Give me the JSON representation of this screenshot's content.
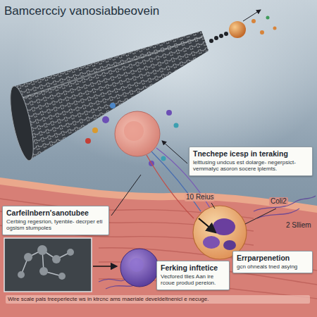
{
  "diagram": {
    "title": "Bamcercciy vanosiabbeovein",
    "caption": "Wire scale pals treeperlecte ws in ktrcnc ams maeriale develdeltnenicl e necuge.",
    "nodes": [
      {
        "text": [
          "Tnechepe icesp in teraking",
          "lelttusing undcus est dolarge- negerpsict- vemmatyc asoron socere iplemts."
        ]
      },
      {
        "text": [
          "Carfeilnbern'sanotubee",
          "Cerbing regesrion, tyenble- decrper eti ogsism stumpoles"
        ]
      },
      {
        "text": [
          "Errparpenetion",
          "gcn ohneals tned asying"
        ]
      },
      {
        "text": [
          "Ferking inftetice",
          "Vecfored tlies Aan ire rcoue produd pereion."
        ]
      }
    ],
    "labels": [
      "10 Reius",
      "Coli2",
      "2 Slliem"
    ]
  }
}
